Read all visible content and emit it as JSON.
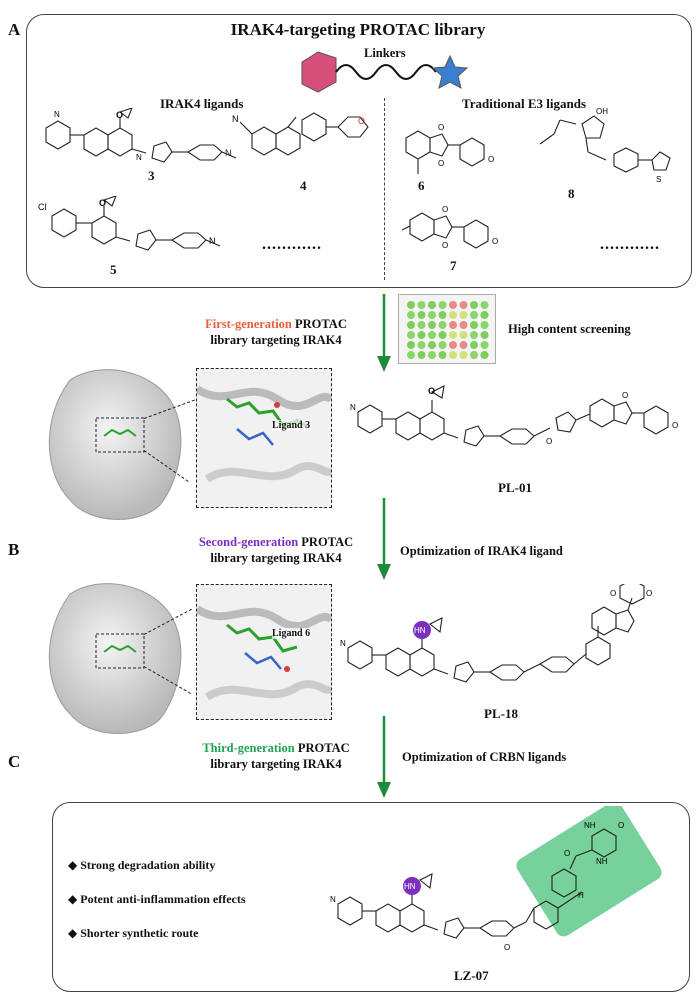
{
  "panels": {
    "a": "A",
    "b": "B",
    "c": "C"
  },
  "top_box": {
    "title": "IRAK4-targeting PROTAC library",
    "linkers_label": "Linkers",
    "left_heading": "IRAK4 ligands",
    "right_heading": "Traditional E3 ligands",
    "compounds": {
      "c3": "3",
      "c4": "4",
      "c5": "5",
      "c6": "6",
      "c7": "7",
      "c8": "8"
    },
    "ellipsis": "............"
  },
  "gen1": {
    "highlight": "First-generation",
    "rest": " PROTAC",
    "line2": "library targeting IRAK4"
  },
  "screening_label": "High content screening",
  "ligand3_label": "Ligand 3",
  "pl01_label": "PL-01",
  "gen2": {
    "highlight": "Second-generation",
    "rest": " PROTAC",
    "line2": "library targeting IRAK4"
  },
  "opt_irak4": "Optimization of IRAK4 ligand",
  "ligand6_label": "Ligand 6",
  "pl18_label": "PL-18",
  "gen3": {
    "highlight": "Third-generation",
    "rest": " PROTAC",
    "line2": "library targeting IRAK4"
  },
  "opt_crbn": "Optimization of CRBN ligands",
  "bullets": [
    "Strong degradation ability",
    "Potent anti-inflammation effects",
    "Shorter synthetic route"
  ],
  "lz07_label": "LZ-07",
  "atoms": {
    "hn": "HN",
    "n": "N",
    "o": "O",
    "nh": "NH",
    "h": "H",
    "cl": "Cl",
    "s": "S",
    "oh": "OH"
  },
  "colors": {
    "gen1": "#e8603c",
    "gen2": "#7b2fbe",
    "gen3": "#22a355",
    "arrow": "#1f8a3a",
    "hexagon": "#d6507a",
    "star": "#3a7fd0",
    "hn_badge": "#7b2fbe",
    "green_highlight": "#5ec98a"
  }
}
